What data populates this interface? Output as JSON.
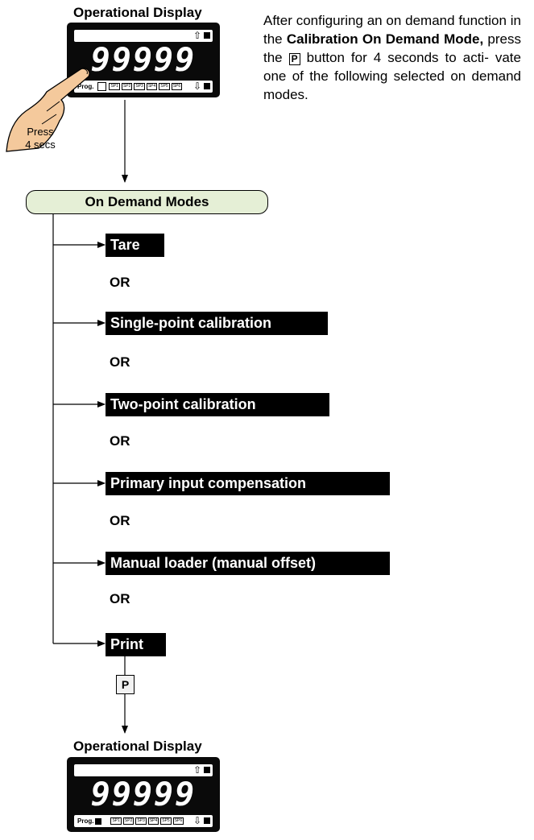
{
  "top_display": {
    "title": "Operational Display",
    "readout": "99999",
    "prog_label": "Prog.",
    "setpoints": [
      "SP1",
      "SP2",
      "SP3",
      "SP4",
      "SP5",
      "SP6"
    ],
    "up_arrow": "⇧",
    "down_arrow": "⇩"
  },
  "press_callout": {
    "line1": "Press",
    "line2": "4 secs"
  },
  "description": {
    "part1": "After configuring an on demand function in the ",
    "bold_mode": "Calibration On Demand Mode,",
    "part2": " press the ",
    "key": "P",
    "part3": " button for 4 seconds to acti- vate one of the following selected on demand modes."
  },
  "group": {
    "label": "On Demand Modes"
  },
  "modes": [
    {
      "label": "Tare"
    },
    {
      "label": "Single-point calibration"
    },
    {
      "label": "Two-point calibration"
    },
    {
      "label": "Primary input compensation"
    },
    {
      "label": "Manual loader (manual offset)"
    },
    {
      "label": "Print"
    }
  ],
  "or_label": "OR",
  "p_key": "P",
  "bottom_display": {
    "title": "Operational Display",
    "readout": "99999",
    "prog_label": "Prog.",
    "setpoints": [
      "SP1",
      "SP2",
      "SP3",
      "SP4",
      "SP5",
      "SP6"
    ],
    "up_arrow": "⇧",
    "down_arrow": "⇩"
  }
}
